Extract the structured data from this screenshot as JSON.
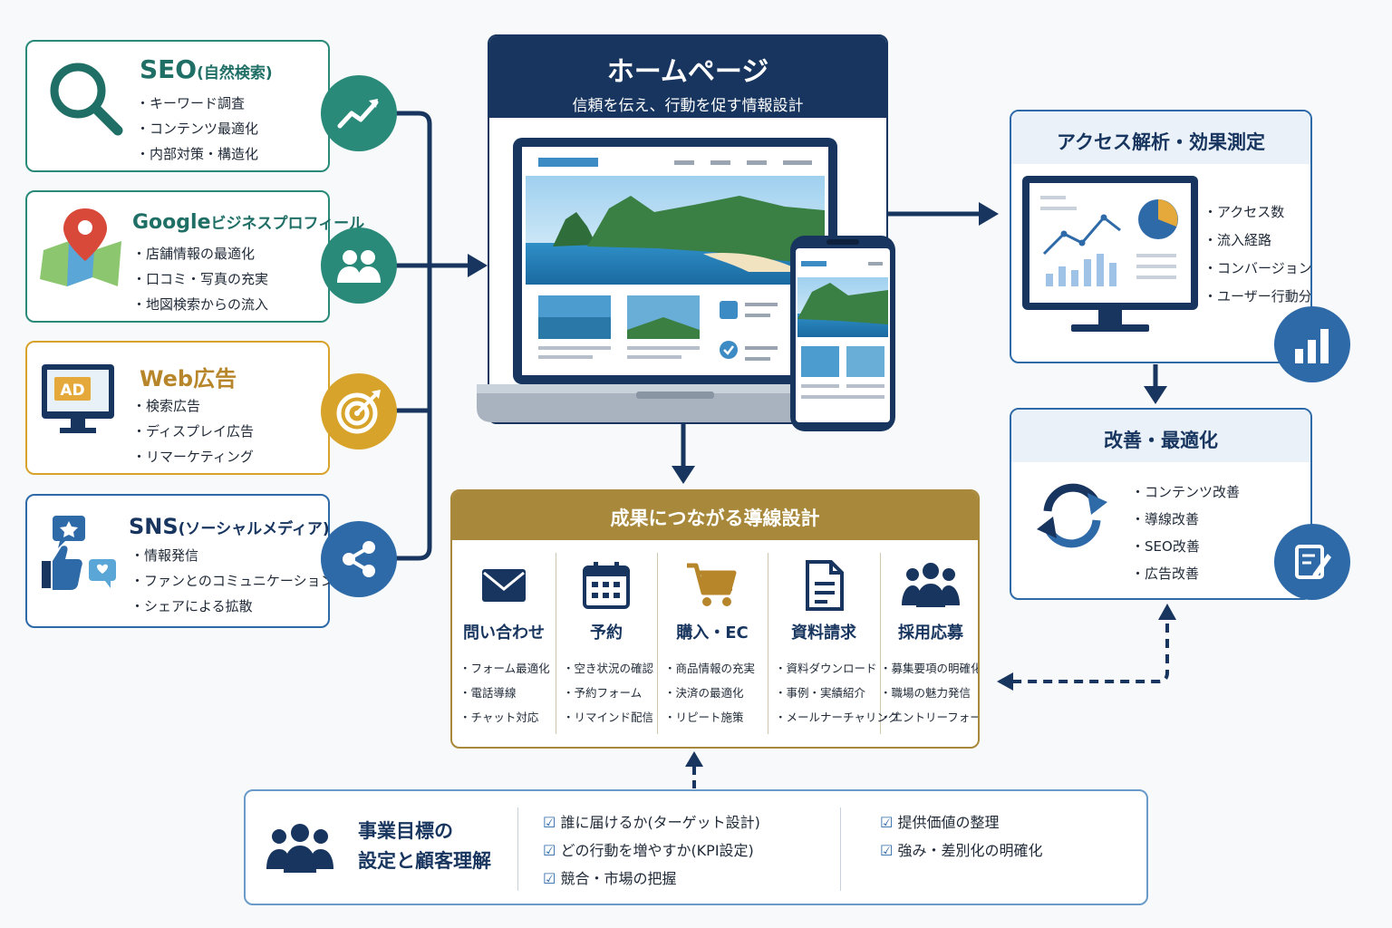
{
  "channels": [
    {
      "title": "SEO",
      "subtitle": "(自然検索)",
      "items": [
        "キーワード調査",
        "コンテンツ最適化",
        "内部対策・構造化"
      ],
      "icon": "search-icon",
      "badge_icon": "trend-up-icon",
      "color": "#2a8a7a"
    },
    {
      "title": "Google",
      "subtitle": "ビジネスプロフィール",
      "items": [
        "店舗情報の最適化",
        "口コミ・写真の充実",
        "地図検索からの流入"
      ],
      "icon": "map-pin-icon",
      "badge_icon": "users-icon",
      "color": "#2a8a7a"
    },
    {
      "title": "Web広告",
      "subtitle": "",
      "items": [
        "検索広告",
        "ディスプレイ広告",
        "リマーケティング"
      ],
      "icon": "ad-monitor-icon",
      "badge_icon": "target-icon",
      "color": "#d7a32a"
    },
    {
      "title": "SNS",
      "subtitle": "(ソーシャルメディア)",
      "items": [
        "情報発信",
        "ファンとのコミュニケーション",
        "シェアによる拡散"
      ],
      "icon": "social-icon",
      "badge_icon": "share-icon",
      "color": "#2e6aa8"
    }
  ],
  "homepage": {
    "title": "ホームページ",
    "subtitle": "信頼を伝え、行動を促す情報設計"
  },
  "analytics": {
    "title": "アクセス解析・効果測定",
    "items": [
      "アクセス数",
      "流入経路",
      "コンバージョン率",
      "ユーザー行動分析"
    ]
  },
  "improve": {
    "title": "改善・最適化",
    "items": [
      "コンテンツ改善",
      "導線改善",
      "SEO改善",
      "広告改善"
    ]
  },
  "conversion": {
    "title": "成果につながる導線設計",
    "columns": [
      {
        "title": "問い合わせ",
        "icon": "mail-icon",
        "items": [
          "フォーム最適化",
          "電話導線",
          "チャット対応"
        ]
      },
      {
        "title": "予約",
        "icon": "calendar-icon",
        "items": [
          "空き状況の確認",
          "予約フォーム",
          "リマインド配信"
        ]
      },
      {
        "title": "購入・EC",
        "icon": "cart-icon",
        "items": [
          "商品情報の充実",
          "決済の最適化",
          "リピート施策"
        ]
      },
      {
        "title": "資料請求",
        "icon": "document-icon",
        "items": [
          "資料ダウンロード",
          "事例・実績紹介",
          "メールナーチャリング"
        ]
      },
      {
        "title": "採用応募",
        "icon": "people-icon",
        "items": [
          "募集要項の明確化",
          "職場の魅力発信",
          "エントリーフォーム"
        ]
      }
    ]
  },
  "foundation": {
    "title_line1": "事業目標の",
    "title_line2": "設定と顧客理解",
    "col1": [
      "誰に届けるか(ターゲット設計)",
      "どの行動を増やすか(KPI設定)",
      "競合・市場の把握"
    ],
    "col2": [
      "提供価値の整理",
      "強み・差別化の明確化"
    ]
  },
  "colors": {
    "navy": "#17355e",
    "teal": "#2a8a7a",
    "gold": "#a8883a",
    "blue": "#2e6aa8"
  }
}
